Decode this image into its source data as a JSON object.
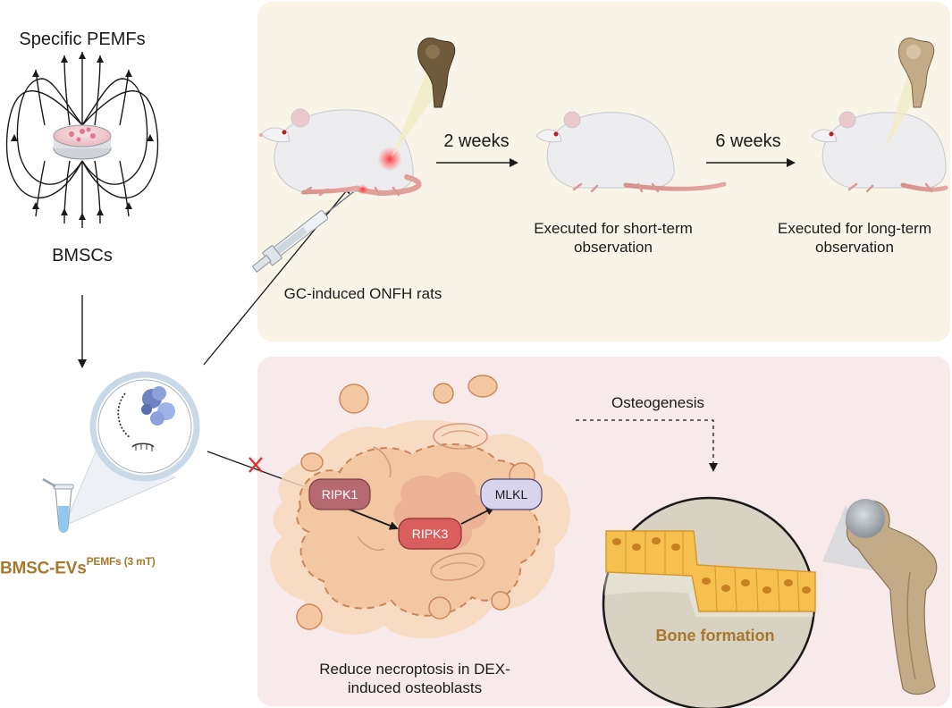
{
  "left": {
    "top_label": "Specific PEMFs",
    "bottom_label": "BMSCs",
    "ev_label_main": "BMSC-EVs",
    "ev_label_sup": "PEMFs (3 mT)"
  },
  "top_panel": {
    "rats_label": "GC-induced ONFH rats",
    "arrow1_label": "2 weeks",
    "arrow2_label": "6 weeks",
    "short_term_label_1": "Executed for short-term",
    "short_term_label_2": "observation",
    "long_term_label_1": "Executed for long-term",
    "long_term_label_2": "observation"
  },
  "bottom_panel": {
    "osteogenesis_label": "Osteogenesis",
    "ripk1": "RIPK1",
    "ripk3": "RIPK3",
    "mlkl": "MLKL",
    "necroptosis_label_1": "Reduce necroptosis in DEX-",
    "necroptosis_label_2": "induced osteoblasts",
    "bone_formation_label": "Bone formation"
  },
  "colors": {
    "top_panel_bg": "#f8f5e8",
    "bottom_panel_bg": "#f8eaea",
    "ripk1": "#b56a72",
    "ripk3": "#d95e5e",
    "mlkl": "#d9d4ee",
    "accent_gold": "#a7782b",
    "inhibit_red": "#d9342b"
  }
}
